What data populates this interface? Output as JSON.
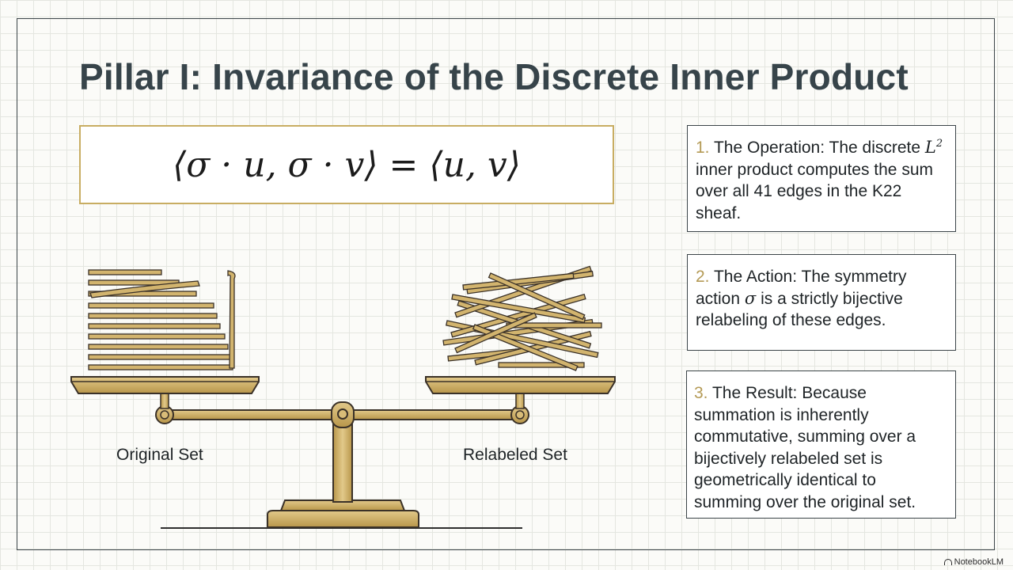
{
  "title": "Pillar I: Invariance of the Discrete Inner Product",
  "formula": "⟨σ · u, σ · v⟩ = ⟨u, v⟩",
  "cards": [
    {
      "number": "1.",
      "text_before_math": "The Operation: The discrete",
      "math": "L",
      "math_sup": "2",
      "text_after_math": "inner product computes the sum over all 41 edges in the K22 sheaf."
    },
    {
      "number": "2.",
      "text_before_math": "The Action: The symmetry action",
      "math": "σ",
      "text_after_math": "is a strictly bijective relabeling of these edges."
    },
    {
      "number": "3.",
      "text": "The Result: Because summation is inherently commutative, summing over a bijectively relabeled set is geometrically identical to summing over the original set."
    }
  ],
  "scale": {
    "left_label": "Original Set",
    "right_label": "Relabeled Set"
  },
  "branding": "NotebookLM",
  "colors": {
    "title": "#37444a",
    "accent_gold": "#c8ad62",
    "brass": "#c9a85a",
    "number_gold": "#b49a55",
    "grid": "#e4e6e0",
    "border": "#3b4448"
  },
  "icons": {
    "branding": "notebooklm-logo-icon"
  }
}
